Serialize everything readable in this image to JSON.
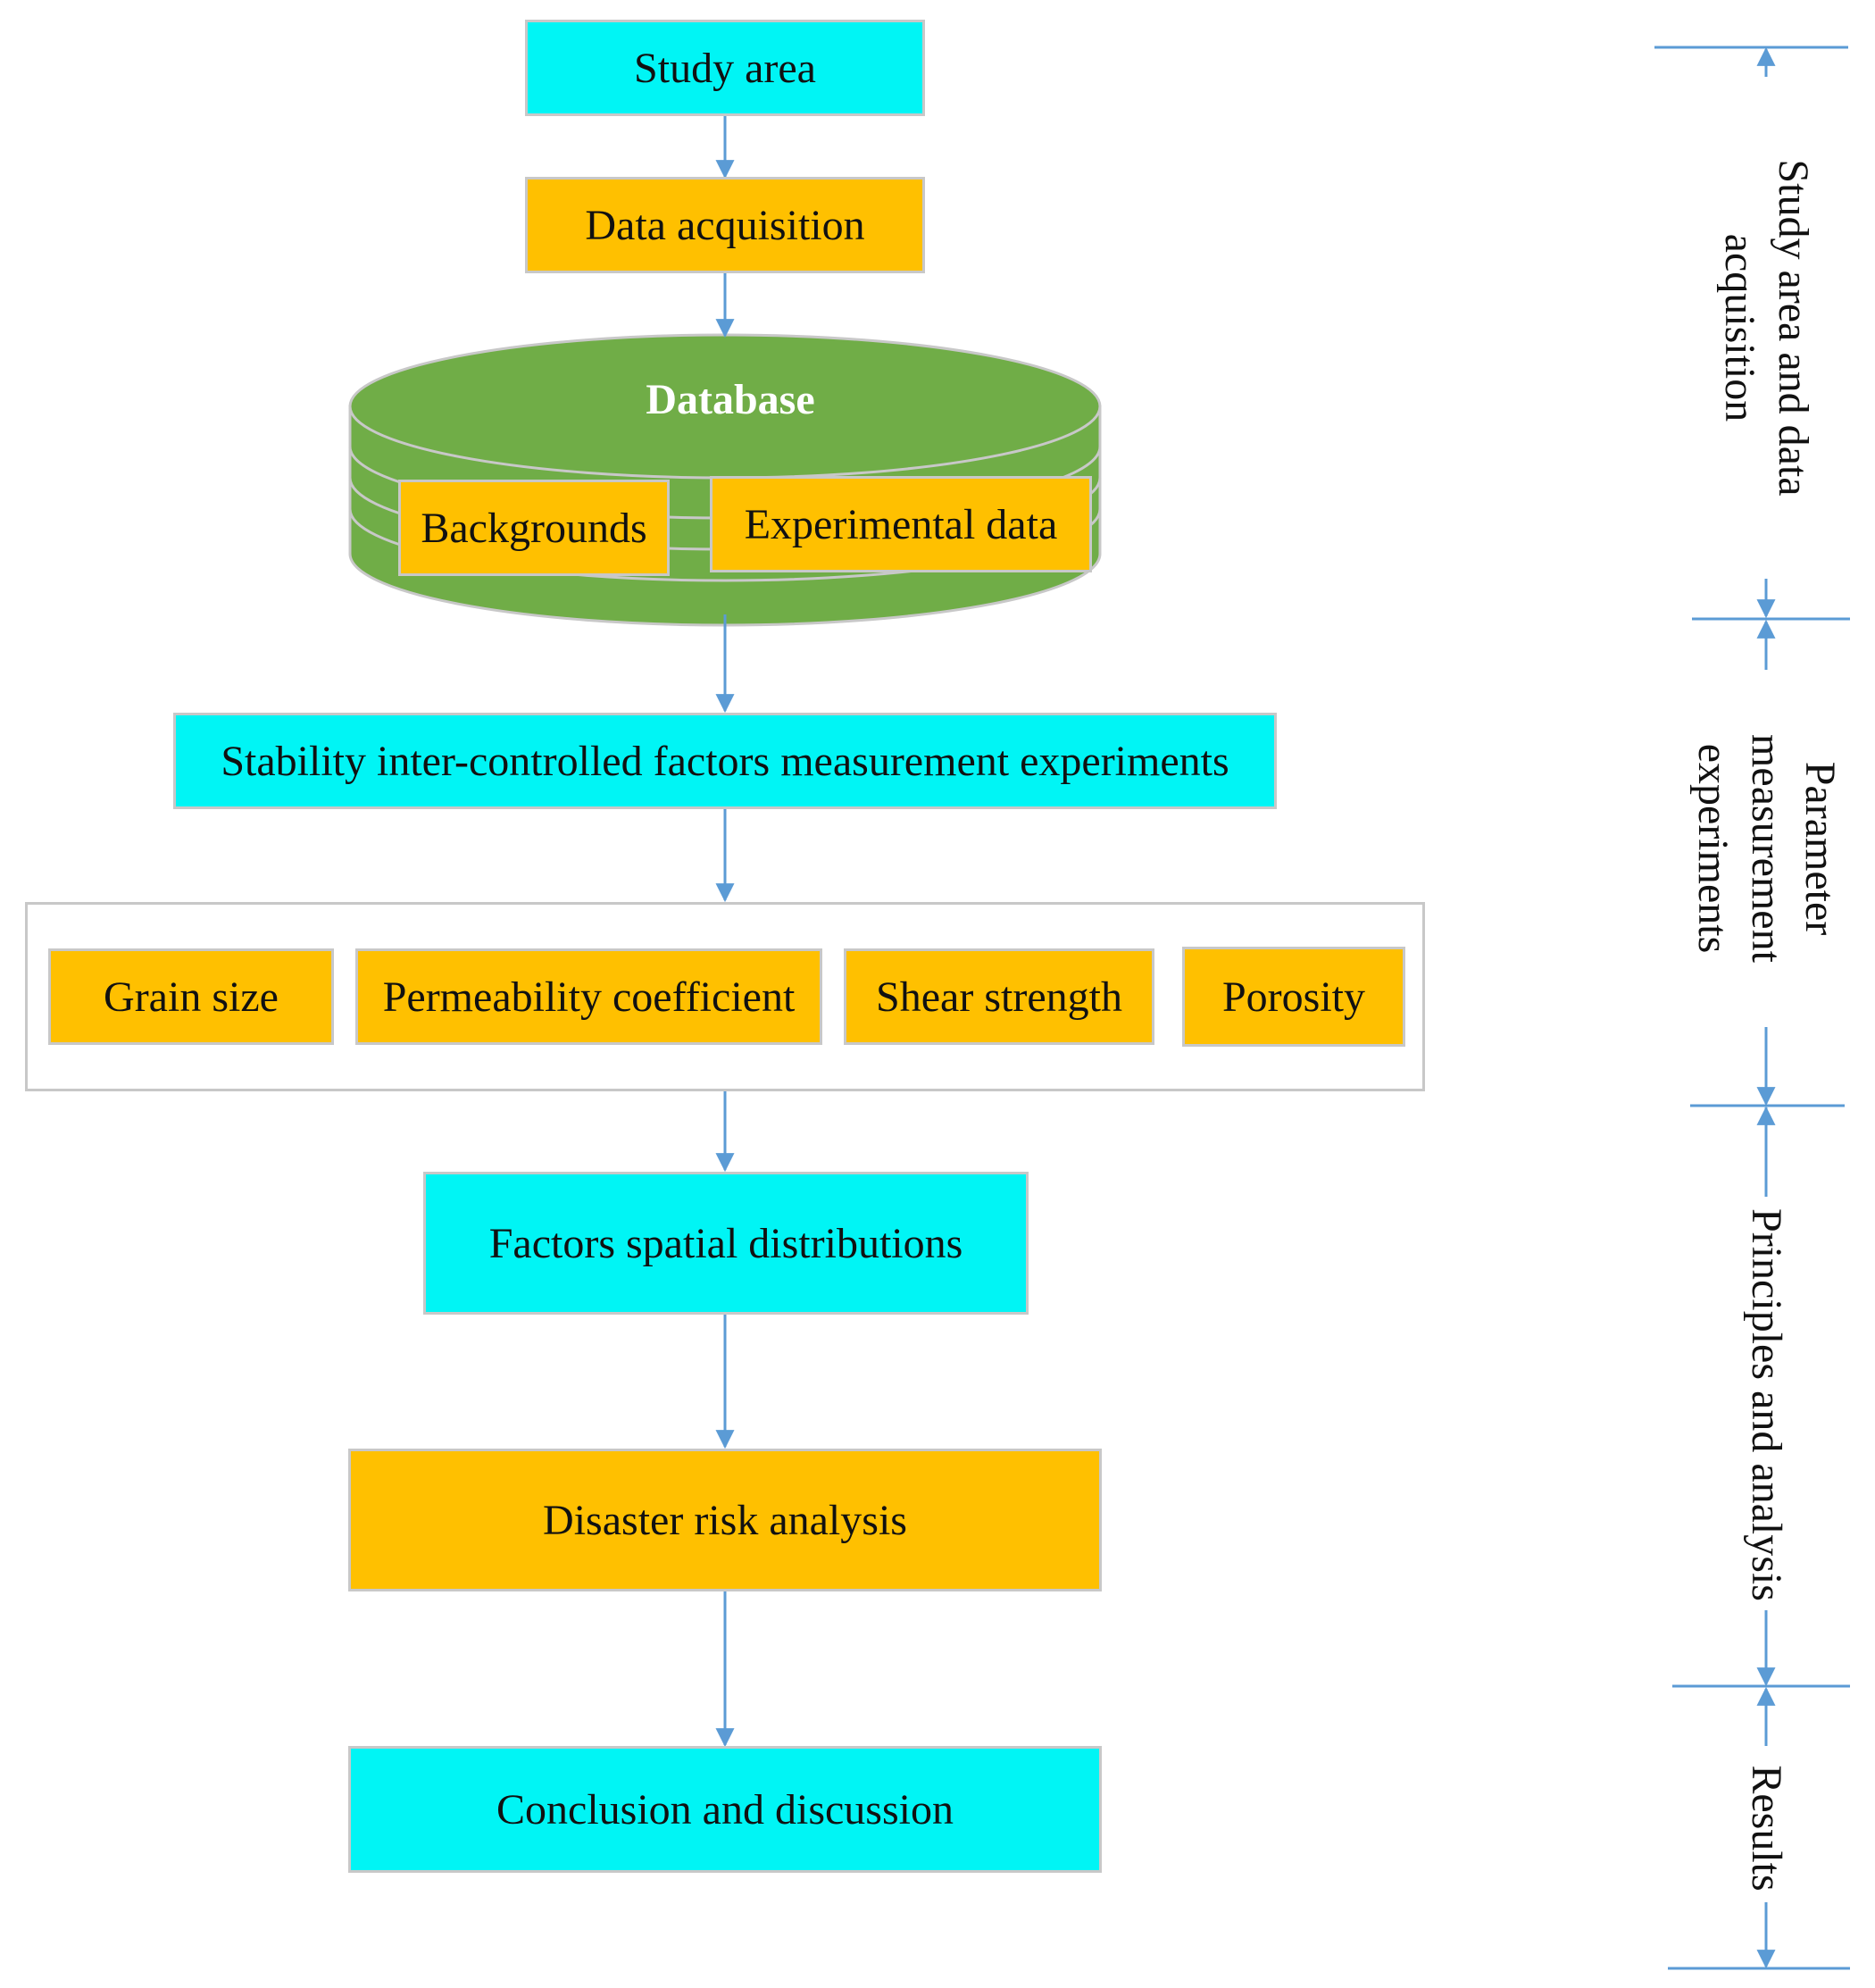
{
  "colors": {
    "cyan": "#00f5f5",
    "orange": "#ffc000",
    "green": "#70ad47",
    "arrow": "#5b9bd5"
  },
  "flow": {
    "study_area": "Study area",
    "data_acquisition": "Data acquisition",
    "database_title": "Database",
    "backgrounds": "Backgrounds",
    "experimental_data": "Experimental data",
    "stability_experiments": "Stability inter-controlled  factors measurement experiments",
    "factors": [
      "Grain size",
      "Permeability coefficient",
      "Shear strength",
      "Porosity"
    ],
    "spatial_distributions": "Factors spatial distributions",
    "risk_analysis": "Disaster risk analysis",
    "conclusion": "Conclusion and discussion"
  },
  "stages": [
    "Study area and data acquisition",
    "Parameter measurement experiments",
    "Principles and analysis",
    "Results"
  ]
}
